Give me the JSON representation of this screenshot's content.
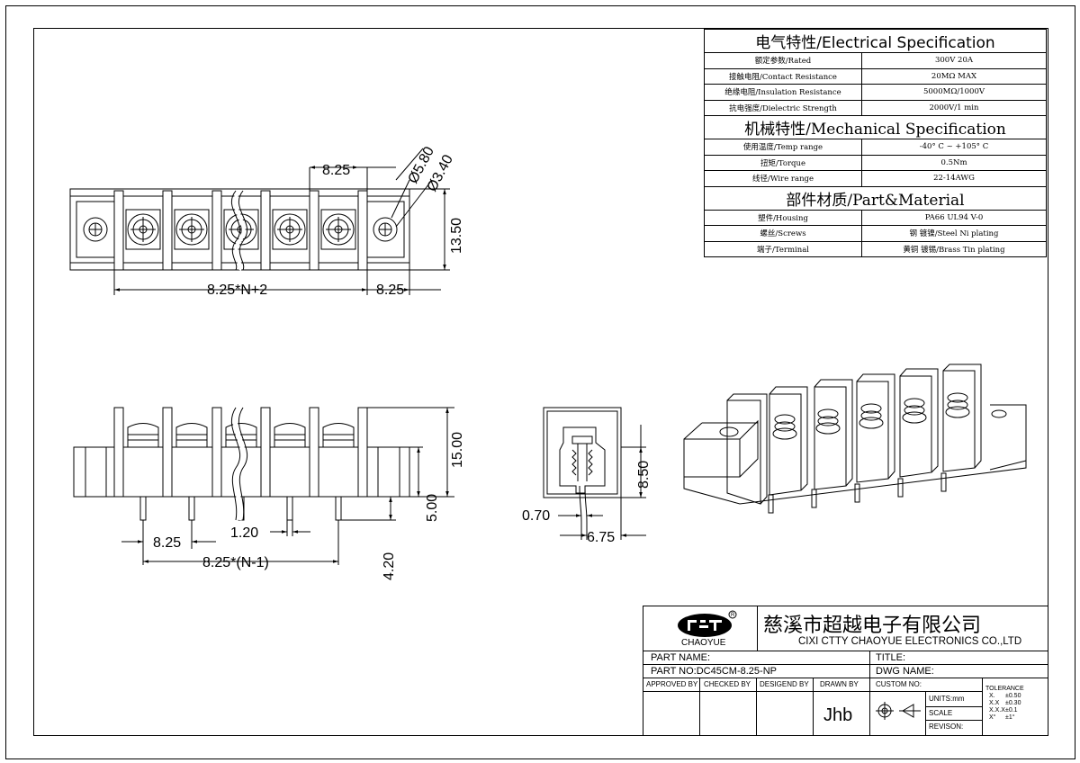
{
  "drawing": {
    "dims_top": {
      "pitch": "8.25",
      "dia_outer": "Ø5.80",
      "dia_inner": "Ø3.40",
      "height": "13.50",
      "overall": "8.25*N+2",
      "end": "8.25"
    },
    "dims_front": {
      "height_total": "15.00",
      "height_base": "5.00",
      "pin_pitch": "8.25",
      "pin_width": "1.20",
      "pin_span": "8.25*(N-1)",
      "pin_len": "4.20"
    },
    "dims_side": {
      "height": "8.50",
      "pin_thick": "0.70",
      "pin_offset": "6.75"
    }
  },
  "spec": {
    "electrical_title": "电气特性/Electrical Specification",
    "electrical_rows": [
      {
        "label": "额定参数/Rated",
        "value": "300V  20A"
      },
      {
        "label": "接触电阻/Contact Resistance",
        "value": "20MΩ MAX"
      },
      {
        "label": "绝缘电阻/Insulation Resistance",
        "value": "5000MΩ/1000V"
      },
      {
        "label": "抗电强度/Dielectric Strength",
        "value": "2000V/1 min"
      }
    ],
    "mechanical_title": "机械特性/Mechanical Specification",
    "mechanical_rows": [
      {
        "label": "使用温度/Temp range",
        "value": "-40° C ~ +105° C"
      },
      {
        "label": "扭矩/Torque",
        "value": "0.5Nm"
      },
      {
        "label": "线径/Wire range",
        "value": "22-14AWG"
      }
    ],
    "material_title": "部件材质/Part&Material",
    "material_rows": [
      {
        "label": "塑件/Housing",
        "value": "PA66 UL94 V-0"
      },
      {
        "label": "螺丝/Screws",
        "value": "钢 镀镍/Steel Ni plating"
      },
      {
        "label": "端子/Terminal",
        "value": "黄铜 镀锡/Brass Tin  plating"
      }
    ]
  },
  "titleblock": {
    "brand": "CHAOYUE",
    "company_cn": "慈溪市超越电子有限公司",
    "company_en": "CIXI CTTY CHAOYUE ELECTRONICS CO.,LTD",
    "part_name_label": "PART NAME:",
    "title_label": "TITLE:",
    "part_no": "PART NO:DC45CM-8.25-NP",
    "dwg_name_label": "DWG NAME:",
    "approved_by": "APPROVED BY",
    "checked_by": "CHECKED BY",
    "designed_by": "DESIGEND BY",
    "drawn_by": "DRAWN BY",
    "drawn_value": "Jhb",
    "custom_no": "CUSTOM NO:",
    "units": "UNITS:mm",
    "scale": "SCALE",
    "revison": "REVISON:",
    "tolerance_title": "TOLERANCE",
    "tolerance_rows": [
      {
        "k": "X.",
        "v": "±0.50"
      },
      {
        "k": "X.X",
        "v": "±0.30"
      },
      {
        "k": "X.X.X",
        "v": "±0.1"
      },
      {
        "k": "X°",
        "v": "±1°"
      }
    ]
  }
}
